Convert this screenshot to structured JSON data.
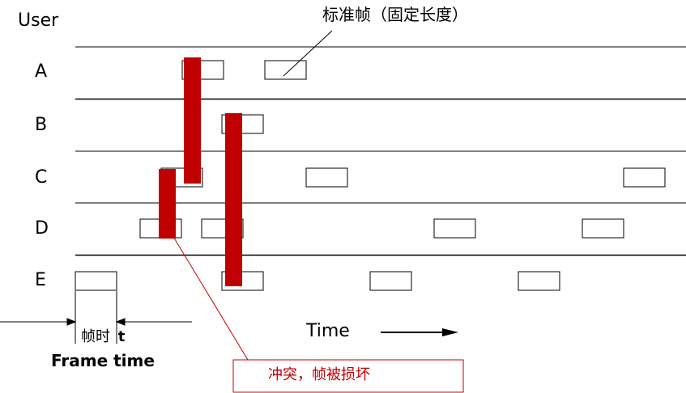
{
  "axis": {
    "user_label": "User",
    "time_label": "Time"
  },
  "users": [
    {
      "name": "A",
      "frames": [
        225,
        327
      ]
    },
    {
      "name": "B",
      "frames": [
        274
      ]
    },
    {
      "name": "C",
      "frames": [
        199,
        378,
        770
      ]
    },
    {
      "name": "D",
      "frames": [
        173,
        249,
        536,
        719
      ]
    },
    {
      "name": "E",
      "frames": [
        93,
        274,
        457,
        640
      ]
    }
  ],
  "annotations": {
    "standard_frame": "标准帧（固定长度）",
    "frame_time_cn": "帧时",
    "frame_time_symbol": "t",
    "frame_time_en": "Frame time",
    "collision": "冲突，帧被损坏"
  },
  "colors": {
    "collision_bar": "#c00000",
    "callout_border": "#c00000",
    "line": "#000000"
  }
}
